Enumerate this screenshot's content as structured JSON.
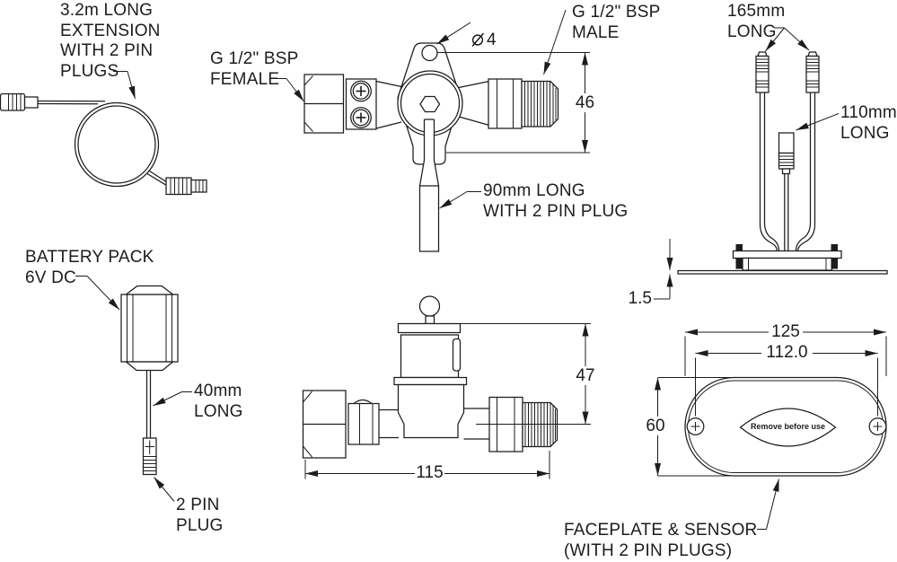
{
  "drawing": {
    "extension_cable": {
      "label": "3.2m LONG\nEXTENSION\nWITH 2 PIN\nPLUGS"
    },
    "valve_front": {
      "female_port_label": "G 1/2\" BSP\nFEMALE",
      "hole_diameter_symbol": "⌀",
      "hole_diameter_value": "4",
      "male_port_label": "G 1/2\" BSP\nMALE",
      "height_dim": "46",
      "cable_label": "90mm LONG\nWITH 2 PIN PLUG"
    },
    "sensor_assembly": {
      "outer_plugs_label": "165mm\nLONG",
      "center_plug_label": "110mm\nLONG",
      "plate_thickness_dim": "1.5"
    },
    "battery_pack": {
      "label": "BATTERY PACK\n6V DC",
      "lead_label": "40mm\nLONG",
      "plug_label": "2 PIN\nPLUG"
    },
    "valve_side": {
      "height_dim": "47",
      "length_dim": "115"
    },
    "faceplate": {
      "overall_width_dim": "125",
      "hole_centres_dim": "112.0",
      "height_dim": "60",
      "sticker_text": "Remove before use",
      "caption": "FACEPLATE & SENSOR\n(WITH 2 PIN PLUGS)"
    }
  },
  "colors": {
    "background": "#ffffff",
    "line": "#1c1c1c"
  }
}
